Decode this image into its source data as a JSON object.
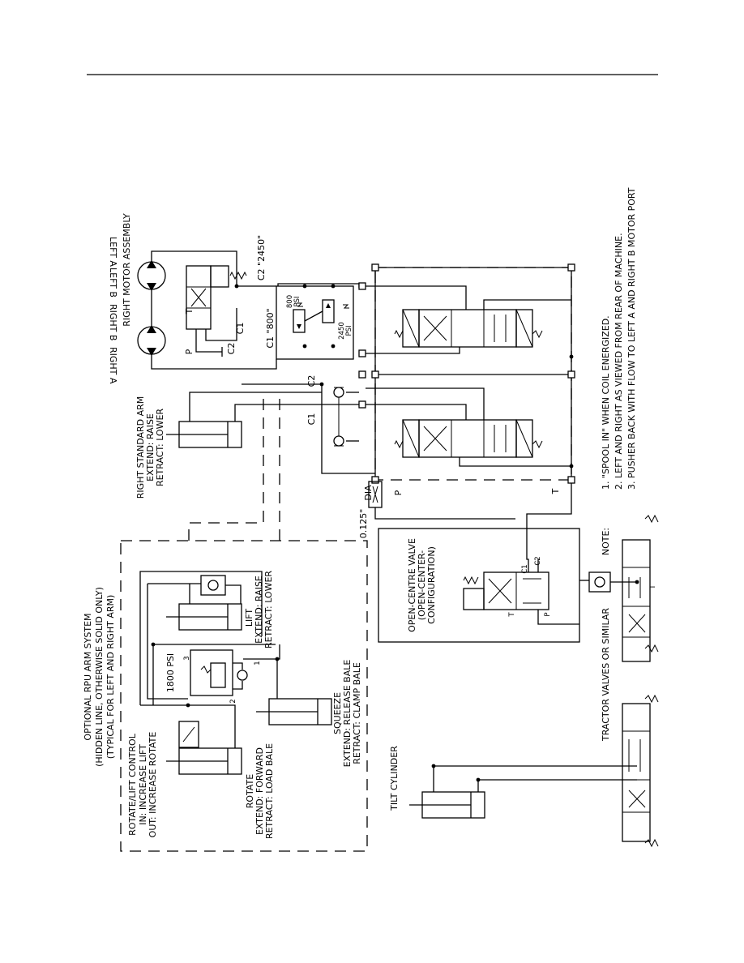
{
  "labels": {
    "right_a": "RIGHT A",
    "right_b": "RIGHT B",
    "left_b": "LEFT B",
    "left_a": "LEFT A",
    "right_motor_assembly": "RIGHT MOTOR ASSEMBLY",
    "c2_2450": "C2 \"2450\"",
    "c1_800": "C1 \"800\"",
    "c1": "C1",
    "c2": "C2",
    "p": "P",
    "t": "T",
    "psi_800_a": "800",
    "psi_800_b": "PSI",
    "psi_2450_a": "2450",
    "psi_2450_b": "PSI",
    "right_arm_1": "RIGHT STANDARD ARM",
    "right_arm_2": "EXTEND: RAISE",
    "right_arm_3": "RETRACT: LOWER",
    "dia": "DIA",
    "dia_value": "0.125\"",
    "optional_1": "OPTIONAL RPU ARM SYSTEM",
    "optional_2": "(HIDDEN LINE, OTHERWISE SOLID ONLY)",
    "optional_3": "(TYPICAL FOR LEFT AND RIGHT ARM)",
    "lift_1": "LIFT",
    "lift_2": "EXTEND: RAISE",
    "lift_3": "RETRACT: LOWER",
    "psi_1800": "1800 PSI",
    "port_3": "3",
    "port_2": "2",
    "port_1": "1",
    "rotlift_1": "ROTATE/LIFT CONTROL",
    "rotlift_2": "IN: INCREASE LIFT",
    "rotlift_3": "OUT: INCREASE ROTATE",
    "rotate_1": "ROTATE",
    "rotate_2": "EXTEND: FORWARD",
    "rotate_3": "RETRACT: LOAD BALE",
    "squeeze_1": "SQUEEZE",
    "squeeze_2": "EXTEND: RELEASE BALE",
    "squeeze_3": "RETRACT: CLAMP BALE",
    "occ_1": "OPEN-CENTRE VALVE",
    "occ_2": "(OPEN-CENTER-",
    "occ_3": "CONFIGURATION)",
    "tilt": "TILT CYLINDER",
    "tractor": "TRACTOR VALVES OR SIMILAR",
    "note": "NOTE:",
    "note_1": "1. \"SPOOL IN\" WHEN COIL ENERGIZED.",
    "note_2": "2. LEFT AND RIGHT AS VIEWED FROM REAR OF MACHINE.",
    "note_3": "3. PUSHER BACK WITH FLOW TO LEFT A AND RIGHT B MOTOR PORT"
  }
}
